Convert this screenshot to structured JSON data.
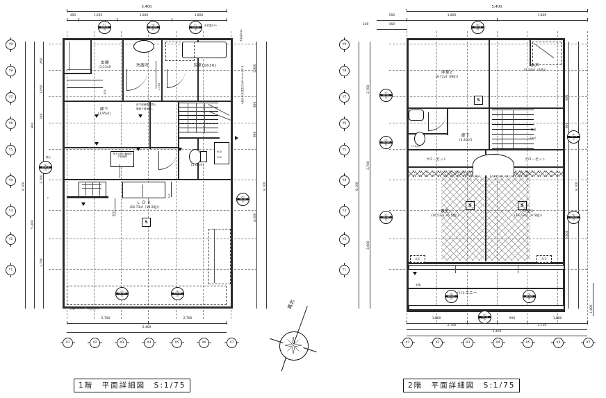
{
  "drawing": {
    "sheet_type": "architectural-floor-plan",
    "scale": "S:1/75",
    "north_label": "真北"
  },
  "floor1": {
    "caption": "1階　平面詳細図　S:1/75",
    "rooms": [
      {
        "name": "玄関",
        "area": "(3.13㎡)"
      },
      {
        "name": "洗面所",
        "area": ""
      },
      {
        "name": "浴室(1616)",
        "area": ""
      },
      {
        "name": "廊下",
        "area": "(3.95㎡)"
      },
      {
        "name": "ＬＤＫ",
        "area": "(26.73㎡（16.5帖）)"
      },
      {
        "name": "",
        "area": "(1.02㎡)"
      }
    ],
    "notes": [
      "床下収納庫不算入",
      "階段下用途無し",
      "上階バルコニーの出を示す",
      "床下点検口兼用床下収納庫",
      "A部分の天井高さは910mmとする"
    ],
    "top_dims_total": "5,400",
    "top_dims": [
      "450",
      "1,350",
      "1,800",
      "1,800"
    ],
    "bottom_dims": [
      "2,700",
      "2,700"
    ],
    "bottom_dims_total": "5,400",
    "left_dims": [
      "450",
      "1,050",
      "300",
      "900",
      "2,700",
      "2,700"
    ],
    "left_sub": "5,400",
    "left_total": "8,100",
    "right_dims": [
      "1,800",
      "900",
      "900",
      "4,500"
    ],
    "right_total": "8,100",
    "x_axis": [
      "X1",
      "X2",
      "X3",
      "X4",
      "X5",
      "X6",
      "X7"
    ],
    "y_axis": [
      "Y1",
      "Y2",
      "Y3",
      "Y4",
      "Y5",
      "Y6",
      "Y7",
      "Y8",
      "Y9"
    ],
    "tags": [
      {
        "top": "ｶﾞｽ",
        "mid": "16×20",
        "bot": "窓"
      },
      {
        "top": "ｱﾙﾐ",
        "mid": "06×09",
        "bot": "窓"
      },
      {
        "top": "ｶﾞｽ",
        "mid": "16×20",
        "bot": "窓"
      },
      {
        "top": "ｱﾙﾐ",
        "mid": "16×11",
        "bot": "窓"
      },
      {
        "top": "ｱﾙﾐ",
        "mid": "16×20",
        "bot": "窓"
      },
      {
        "top": "ｱﾙﾐ",
        "mid": "16×20",
        "bot": "窓"
      },
      {
        "top": "ｱﾙﾐ",
        "mid": "06×09",
        "bot": "窓"
      },
      {
        "top": "ｱﾙﾐ",
        "mid": "16×20",
        "bot": "窓"
      }
    ],
    "misc_labels": [
      "天井高910",
      "900",
      "300",
      "450",
      "1,005",
      "押入",
      "S"
    ]
  },
  "floor2": {
    "caption": "2階　平面詳細図　S:1/75",
    "rooms": [
      {
        "name": "洋室2",
        "area": "(9.72㎡（6帖）)"
      },
      {
        "name": "納戸",
        "area": "(3.24㎡（2帖）)"
      },
      {
        "name": "廊下",
        "area": "(2.40㎡)"
      },
      {
        "name": "寝室",
        "area": "(10.52㎡（6.5帖）)"
      },
      {
        "name": "洋室1",
        "area": "(10.52㎡（6.5帖）)"
      },
      {
        "name": "バルコニー",
        "area": ""
      },
      {
        "name": "クローゼット",
        "area": ""
      },
      {
        "name": "クローゼット",
        "area": ""
      }
    ],
    "top_dims_total": "5,400",
    "top_dims": [
      "1,800",
      "1,800"
    ],
    "top_small": [
      "100",
      "450",
      "550"
    ],
    "bottom_dims": [
      "1,800",
      "900",
      "900",
      "1,800"
    ],
    "bottom_mid": [
      "2,700",
      "2,700"
    ],
    "bottom_total": "5,400",
    "left_dims": [
      "2,700",
      "2,700",
      "3,600"
    ],
    "left_total": "8,100",
    "right_dims": [
      "900",
      "900",
      "3,600"
    ],
    "right_total": "8,100",
    "right_extra": "1,800",
    "x_axis": [
      "X1",
      "X2",
      "X3",
      "X4",
      "X5",
      "X6",
      "X7"
    ],
    "y_axis": [
      "Y1",
      "Y2",
      "Y3",
      "Y4",
      "Y5",
      "Y6",
      "Y7",
      "Y8",
      "Y9"
    ],
    "ac_label": "A.C",
    "tags": [
      {
        "top": "ｱﾙﾐ",
        "mid": "16×11",
        "bot": "窓"
      },
      {
        "top": "ｱﾙﾐ",
        "mid": "16×11",
        "bot": "窓"
      },
      {
        "top": "ｱﾙﾐ",
        "mid": "06×09",
        "bot": "窓"
      },
      {
        "top": "ｱﾙﾐ",
        "mid": "16×11",
        "bot": "窓"
      },
      {
        "top": "ｱﾙﾐ",
        "mid": "16×20",
        "bot": "窓"
      },
      {
        "top": "ｱﾙﾐ",
        "mid": "16×20",
        "bot": "窓"
      },
      {
        "top": "ｱﾙﾐ",
        "mid": "16×20",
        "bot": "窓"
      },
      {
        "top": "ｱﾙﾐ",
        "mid": "16×20",
        "bot": "窓"
      }
    ],
    "misc_labels": [
      "S",
      "UP",
      "DN",
      "手摺",
      "2,400"
    ]
  }
}
